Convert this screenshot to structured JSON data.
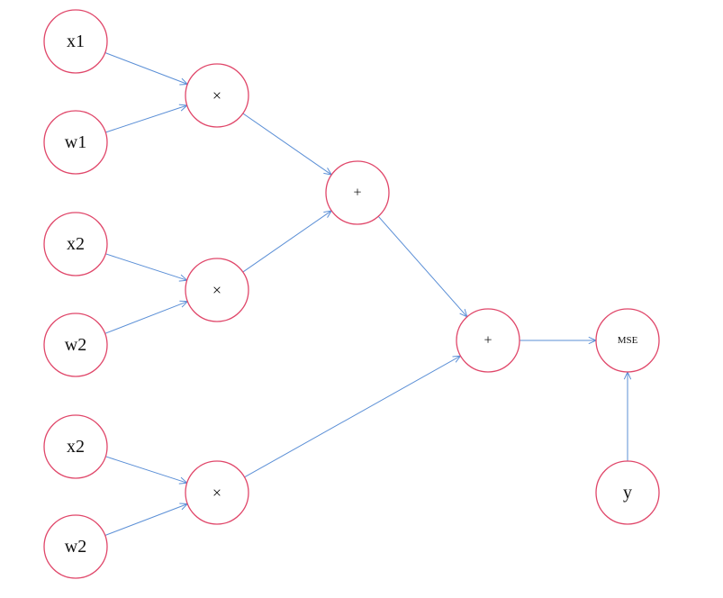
{
  "nodes": [
    {
      "id": "x1",
      "label": "x1"
    },
    {
      "id": "w1",
      "label": "w1"
    },
    {
      "id": "x2a",
      "label": "x2"
    },
    {
      "id": "w2a",
      "label": "w2"
    },
    {
      "id": "x2b",
      "label": "x2"
    },
    {
      "id": "w2b",
      "label": "w2"
    },
    {
      "id": "mul1",
      "label": "×"
    },
    {
      "id": "mul2",
      "label": "×"
    },
    {
      "id": "mul3",
      "label": "×"
    },
    {
      "id": "add1",
      "label": "+"
    },
    {
      "id": "add2",
      "label": "+"
    },
    {
      "id": "mse",
      "label": "MSE"
    },
    {
      "id": "y",
      "label": "y"
    }
  ],
  "edges": [
    {
      "from": "x1",
      "to": "mul1"
    },
    {
      "from": "w1",
      "to": "mul1"
    },
    {
      "from": "x2a",
      "to": "mul2"
    },
    {
      "from": "w2a",
      "to": "mul2"
    },
    {
      "from": "x2b",
      "to": "mul3"
    },
    {
      "from": "w2b",
      "to": "mul3"
    },
    {
      "from": "mul1",
      "to": "add1"
    },
    {
      "from": "mul2",
      "to": "add1"
    },
    {
      "from": "add1",
      "to": "add2"
    },
    {
      "from": "mul3",
      "to": "add2"
    },
    {
      "from": "add2",
      "to": "mse"
    },
    {
      "from": "y",
      "to": "mse"
    }
  ],
  "colors": {
    "node_stroke": "#e0476a",
    "edge": "#5b8fd6",
    "label": "#111111"
  }
}
